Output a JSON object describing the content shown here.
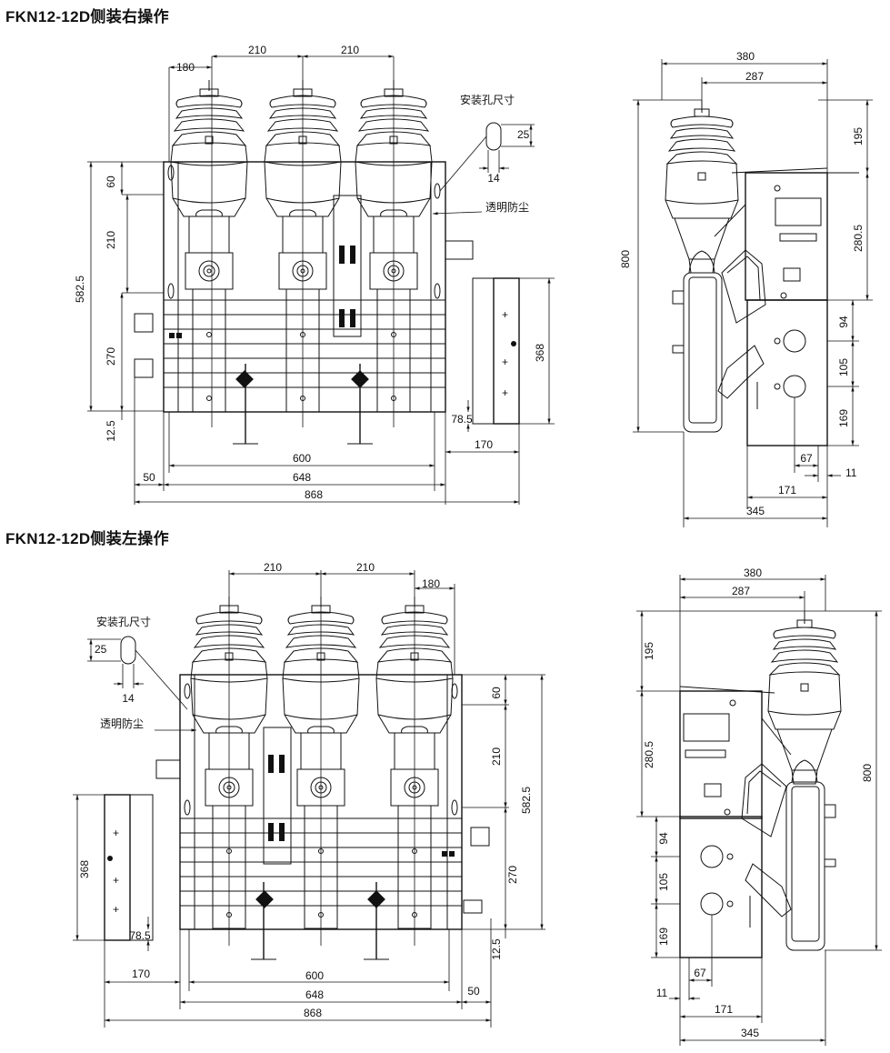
{
  "titles": {
    "right_operation": "FKN12-12D侧装右操作",
    "left_operation": "FKN12-12D侧装左操作"
  },
  "labels": {
    "mounting_hole_size": "安装孔尺寸",
    "transparent_dustproof": "透明防尘"
  },
  "front_right": {
    "d180": "180",
    "d210a": "210",
    "d210b": "210",
    "d60": "60",
    "d210v": "210",
    "d582": "582.5",
    "d270": "270",
    "d12_5": "12.5",
    "d368": "368",
    "d78_5": "78.5",
    "d170": "170",
    "d600": "600",
    "d50": "50",
    "d648": "648",
    "d868": "868",
    "d25": "25",
    "d14": "14"
  },
  "side_right": {
    "d380": "380",
    "d287": "287",
    "d195": "195",
    "d280_5": "280.5",
    "d800": "800",
    "d94": "94",
    "d105": "105",
    "d169": "169",
    "d67": "67",
    "d11": "11",
    "d171": "171",
    "d345": "345"
  },
  "front_left": {
    "d210a": "210",
    "d210b": "210",
    "d180": "180",
    "d25": "25",
    "d14": "14",
    "d60": "60",
    "d210v": "210",
    "d582": "582.5",
    "d270": "270",
    "d12_5": "12.5",
    "d368": "368",
    "d78_5": "78.5",
    "d170": "170",
    "d600": "600",
    "d648": "648",
    "d50": "50",
    "d868": "868"
  },
  "side_left": {
    "d380": "380",
    "d287": "287",
    "d195": "195",
    "d280_5": "280.5",
    "d800": "800",
    "d94": "94",
    "d105": "105",
    "d169": "169",
    "d11": "11",
    "d67": "67",
    "d171": "171",
    "d345": "345"
  }
}
